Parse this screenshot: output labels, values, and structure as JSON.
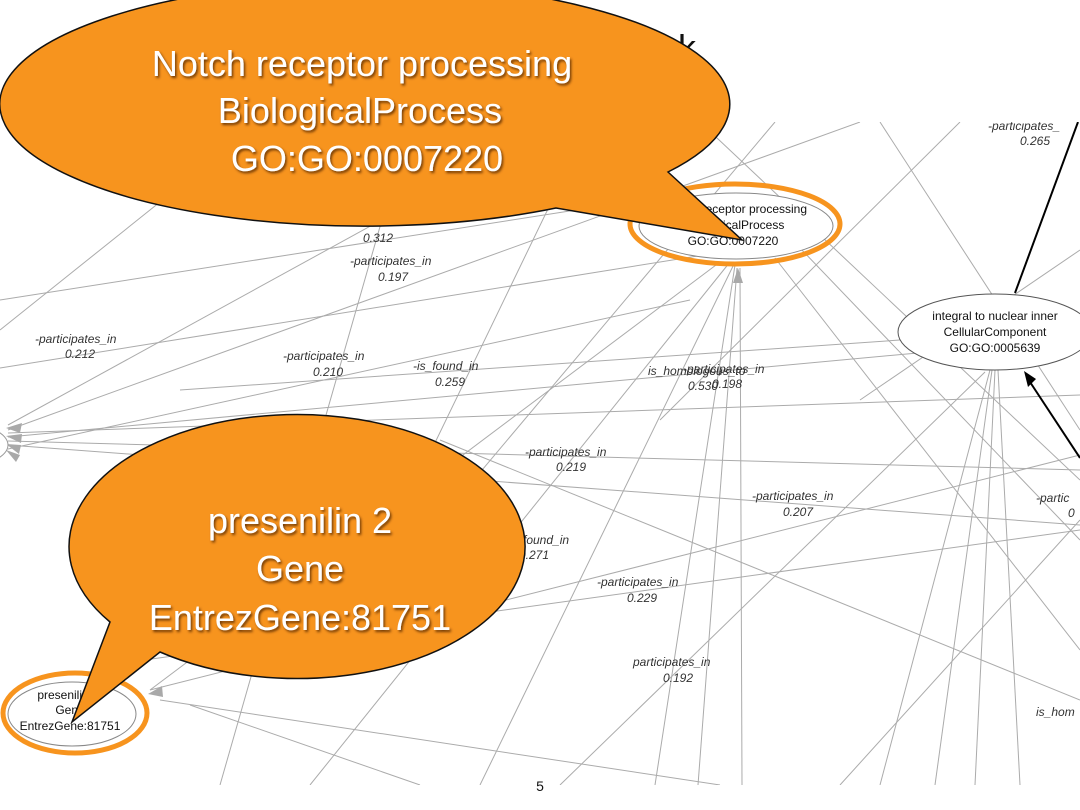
{
  "slide": {
    "title_fragment": "k",
    "page_number": "5"
  },
  "callouts": [
    {
      "lines": [
        "Notch receptor processing",
        "BiologicalProcess",
        "GO:GO:0007220"
      ]
    },
    {
      "lines": [
        "presenilin 2",
        "Gene",
        "EntrezGene:81751"
      ]
    }
  ],
  "nodes": {
    "notch": {
      "lines": [
        "Notch receptor processing",
        "BiologicalProcess",
        "GO:GO:0007220"
      ]
    },
    "integral": {
      "lines": [
        "integral to nuclear inner",
        "CellularComponent",
        "GO:GO:0005639"
      ]
    },
    "presenilin": {
      "lines": [
        "presenilin 2",
        "Gene",
        "EntrezGene:81751"
      ]
    }
  },
  "edge_labels": [
    {
      "relation": "-participates_",
      "weight": "0.265"
    },
    {
      "relation": "",
      "weight": "0.312"
    },
    {
      "relation": "-participates_in",
      "weight": "0.197"
    },
    {
      "relation": "-participates_in",
      "weight": "0.212"
    },
    {
      "relation": "-participates_in",
      "weight": "0.210"
    },
    {
      "relation": "-is_found_in",
      "weight": "0.259"
    },
    {
      "relation": "is_homologous_to",
      "weight": "0.530"
    },
    {
      "relation": "-participates_in",
      "weight": "0.198"
    },
    {
      "relation": "-participates_in",
      "weight": "0.219"
    },
    {
      "relation": "-participates_in",
      "weight": "0.207"
    },
    {
      "relation": "-partic",
      "weight": "0"
    },
    {
      "relation": "found_in",
      "weight": "0.271"
    },
    {
      "relation": "-participates_in",
      "weight": "0.229"
    },
    {
      "relation": "participates_in",
      "weight": "0.192"
    },
    {
      "relation": "is_hom",
      "weight": ""
    }
  ],
  "colors": {
    "callout_fill": "#F7941E",
    "highlight_ring": "#F7941E",
    "edge_gray": "#ABABAB",
    "edge_black": "#000000"
  }
}
